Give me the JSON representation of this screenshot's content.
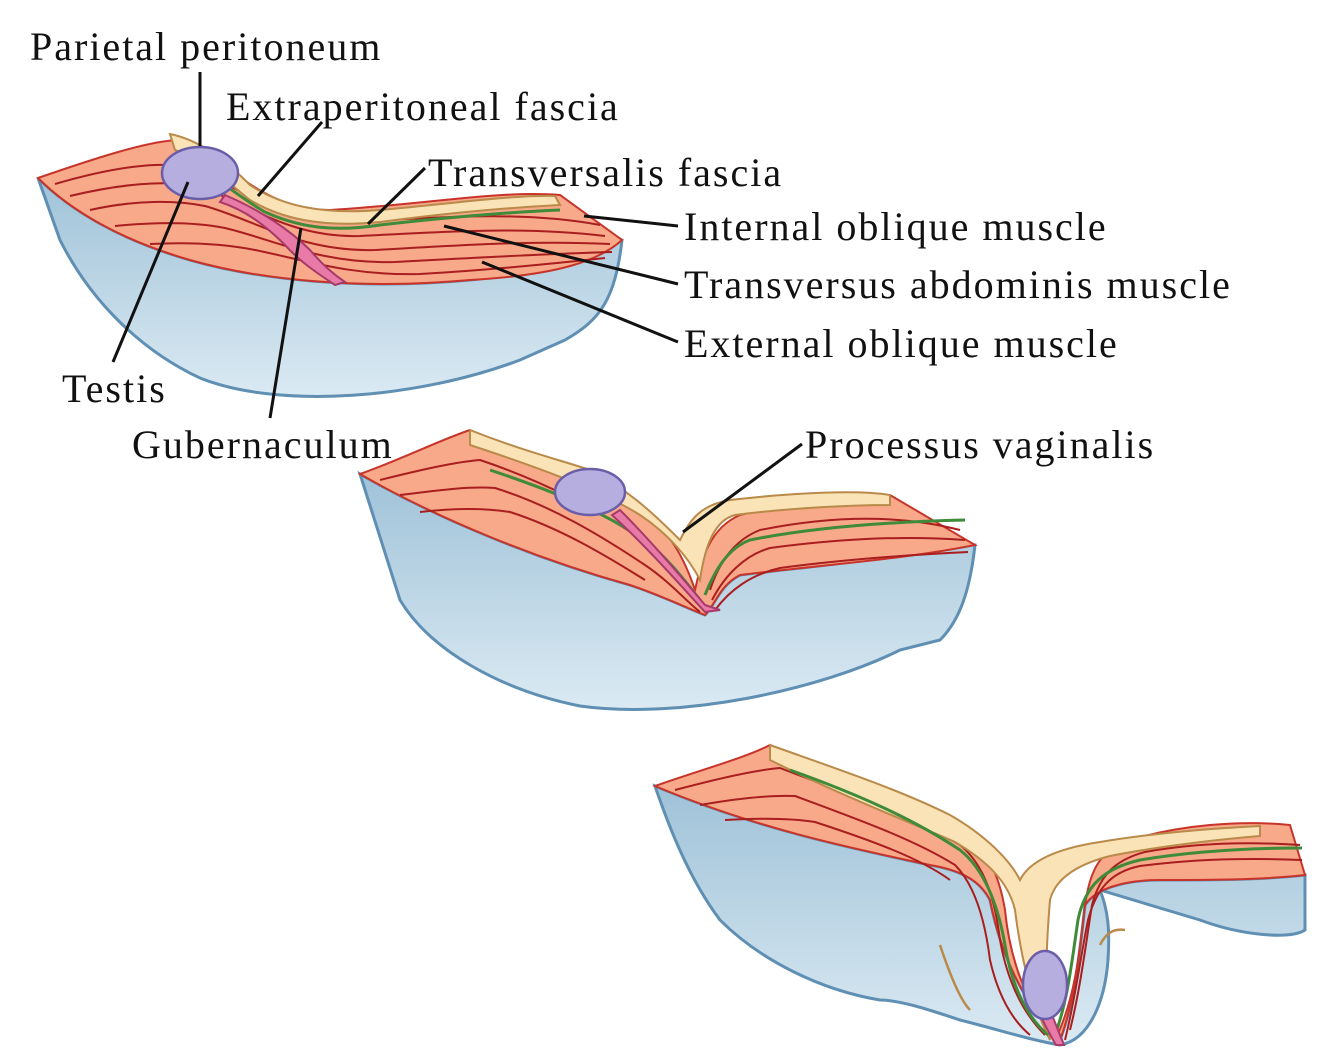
{
  "labels": {
    "parietal_peritoneum": "Parietal peritoneum",
    "extraperitoneal_fascia": "Extraperitoneal fascia",
    "transversalis_fascia": "Transversalis fascia",
    "internal_oblique": "Internal oblique muscle",
    "transversus_abdominis": "Transversus abdominis muscle",
    "external_oblique": "External oblique muscle",
    "testis": "Testis",
    "gubernaculum": "Gubernaculum",
    "processus_vaginalis": "Processus vaginalis"
  },
  "colors": {
    "slab_face": "#bcd6e6",
    "slab_edge": "#5f8fb3",
    "muscle": "#e8463a",
    "muscle_light": "#f7a98a",
    "fascia_green": "#3f8b3a",
    "extraperitoneal": "#fbe3b8",
    "testis": "#b7aee0",
    "gubernaculum": "#e77aa6"
  }
}
